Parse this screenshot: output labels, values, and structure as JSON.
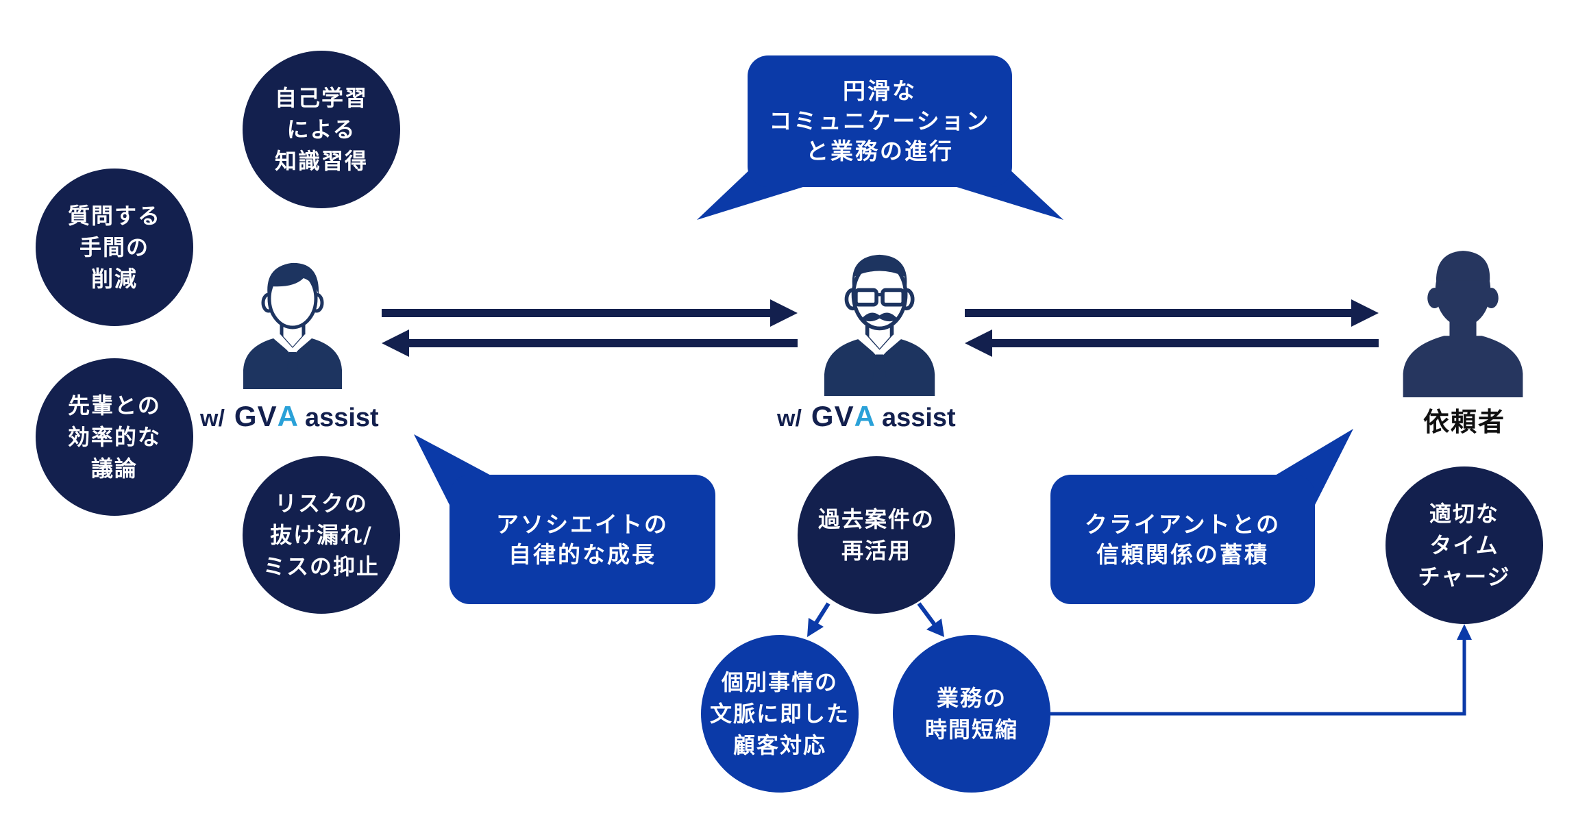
{
  "colors": {
    "navy": "#13204e",
    "blue": "#0b3aa8",
    "person": "#1d3460",
    "logo_accent": "#2aa1d8"
  },
  "associate_benefits": [
    {
      "lines": [
        "自己学習",
        "による",
        "知識習得"
      ]
    },
    {
      "lines": [
        "質問する",
        "手間の",
        "削減"
      ]
    },
    {
      "lines": [
        "先輩との",
        "効率的な",
        "議論"
      ]
    },
    {
      "lines": [
        "リスクの",
        "抜け漏れ/",
        "ミスの抑止"
      ]
    }
  ],
  "associate": {
    "icon": "associate-person-icon",
    "logo": {
      "prefix": "w/",
      "gv": "GV",
      "a": "A",
      "assist": "assist"
    }
  },
  "senior": {
    "icon": "senior-person-icon",
    "logo": {
      "prefix": "w/",
      "gv": "GV",
      "a": "A",
      "assist": "assist"
    }
  },
  "client": {
    "icon": "client-person-icon",
    "label": "依頼者"
  },
  "bubbles": {
    "communication": {
      "lines": [
        "円滑な",
        "コミュニケーション",
        "と業務の進行"
      ]
    },
    "growth": {
      "lines": [
        "アソシエイトの",
        "自律的な成長"
      ]
    },
    "trust": {
      "lines": [
        "クライアントとの",
        "信頼関係の蓄積"
      ]
    }
  },
  "reuse": {
    "lines": [
      "過去案件の",
      "再活用"
    ]
  },
  "outcomes": {
    "context": {
      "lines": [
        "個別事情の",
        "文脈に即した",
        "顧客対応"
      ]
    },
    "time_saving": {
      "lines": [
        "業務の",
        "時間短縮"
      ]
    }
  },
  "billing": {
    "lines": [
      "適切な",
      "タイム",
      "チャージ"
    ]
  }
}
